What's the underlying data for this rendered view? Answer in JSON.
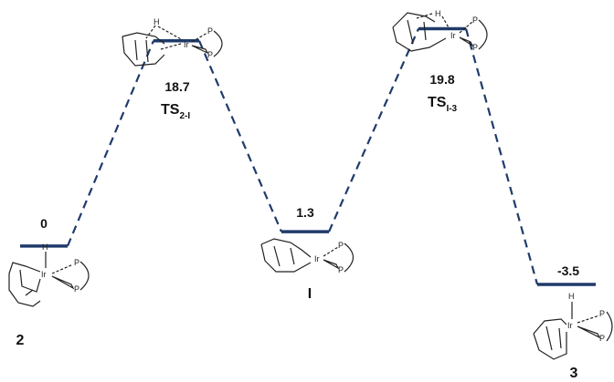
{
  "chart_data": {
    "type": "energy-profile",
    "x": [
      "2",
      "TS2-I",
      "I",
      "TSI-3",
      "3"
    ],
    "values": [
      0,
      18.7,
      1.3,
      19.8,
      -3.5
    ],
    "ylim": [
      -5,
      22
    ],
    "line_color": "#1f3b6b",
    "energy_labels": [
      "0",
      "18.7",
      "1.3",
      "19.8",
      "-3.5"
    ],
    "species": [
      {
        "label": "2",
        "sub": ""
      },
      {
        "label": "TS",
        "sub": "2-I"
      },
      {
        "label": "I",
        "sub": ""
      },
      {
        "label": "TS",
        "sub": "I-3"
      },
      {
        "label": "3",
        "sub": ""
      }
    ],
    "atoms": {
      "metal": "Ir",
      "hydride": "H",
      "ligand": "P"
    }
  }
}
